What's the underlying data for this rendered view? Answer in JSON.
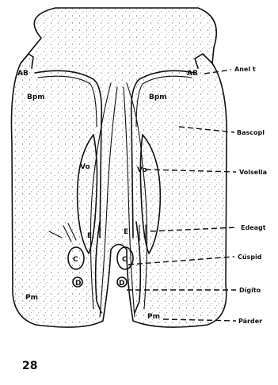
{
  "figure": {
    "number": "28",
    "inner_labels": {
      "ab_left": "AB",
      "ab_right": "AB",
      "bpm_left": "Bpm",
      "bpm_right": "Bpm",
      "vo_left": "Vo",
      "vo_right": "Vo",
      "e_left": "E",
      "e_right": "E",
      "c_left": "C",
      "c_right": "C",
      "d_left": "D",
      "d_right": "D",
      "pm_left": "Pm",
      "pm_right": "Pm"
    },
    "callouts": [
      "Anel t",
      "Bascopl",
      "Volsella",
      "Edeagt",
      "Cúspid",
      "Dígito",
      "Párder"
    ]
  }
}
